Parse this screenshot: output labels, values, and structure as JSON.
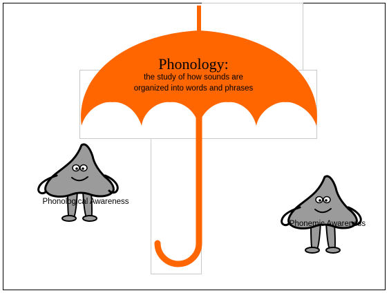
{
  "title": "Phonology:",
  "subtitle_lines": [
    "the study of how sounds are",
    "organized into words and phrases"
  ],
  "left_character": {
    "caption": "Phonological Awareness",
    "icon": "cartoon-drop-character-icon"
  },
  "right_character": {
    "caption": "Phonemic Awareness",
    "icon": "cartoon-drop-character-icon"
  },
  "umbrella_icon": "umbrella-icon",
  "colors": {
    "umbrella": "#ff6600",
    "character_body": "#9b9b9b",
    "character_outline": "#000000",
    "text": "#000000"
  }
}
